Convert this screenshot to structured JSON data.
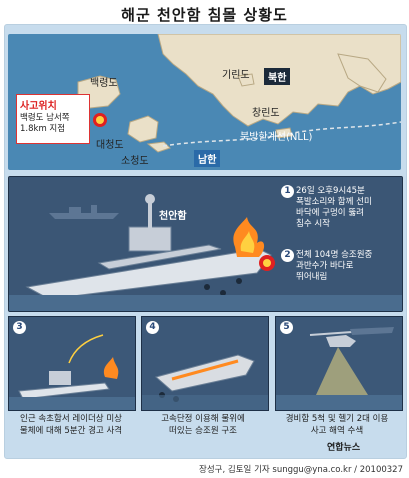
{
  "title": "해군 천안함 침몰 상황도",
  "map": {
    "islands": {
      "baengnyeong": "백령도",
      "daecheong": "대청도",
      "socheong": "소청도",
      "girin": "기린도",
      "changrin": "창린도"
    },
    "north_korea": "북한",
    "south_korea": "남한",
    "nll_label": "북방한계선(NLL)"
  },
  "accident": {
    "title": "사고위치",
    "line1": "백령도 남서쪽",
    "line2": "1.8km 지점"
  },
  "ship_name": "천안함",
  "steps": [
    {
      "num": "1",
      "lines": [
        "26일 오후9시45분",
        "폭발소리와 함께 선미",
        "바닥에 구멍이 뚫려",
        "침수 시작"
      ]
    },
    {
      "num": "2",
      "lines": [
        "전체 104명 승조원중",
        "과반수가 바다로",
        "뛰어내림"
      ]
    },
    {
      "num": "3",
      "caption": [
        "인근 속초함서 레이더상 미상",
        "물체에 대해 5분간 경고 사격"
      ]
    },
    {
      "num": "4",
      "caption": [
        "고속단정 이용해 물위에",
        "떠있는 승조원 구조"
      ]
    },
    {
      "num": "5",
      "caption": [
        "경비함 5척 및 헬기 2대 이용",
        "사고 해역 수색"
      ]
    }
  ],
  "logo": "연합뉴스",
  "credit": "장성구, 김토일 기자 sunggu@yna.co.kr / 20100327",
  "colors": {
    "sea": "#4a88b4",
    "land": "#eae0c8",
    "accent": "#d22222",
    "panel": "#3b5675"
  }
}
